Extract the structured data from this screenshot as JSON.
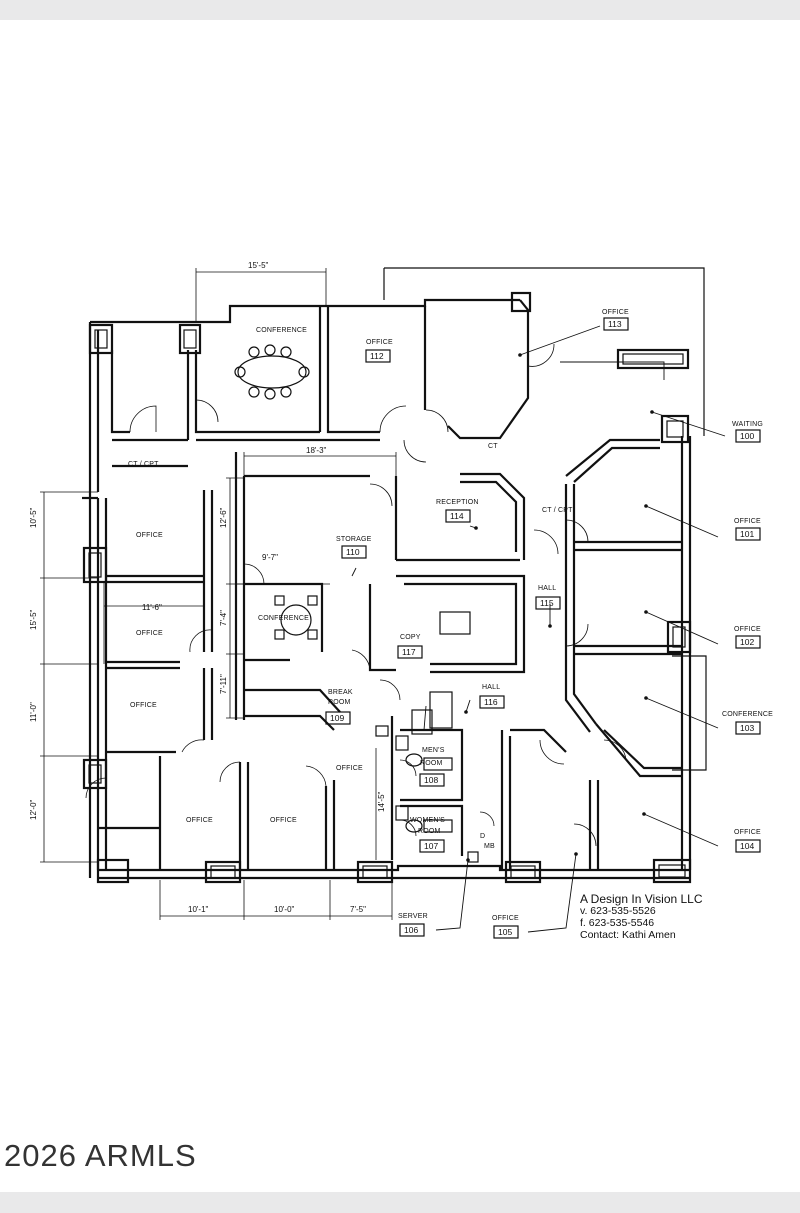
{
  "watermark": "2026 ARMLS",
  "credit": {
    "firm": "A Design In Vision LLC",
    "phone": "v. 623-535-5526",
    "fax": "f. 623-535-5546",
    "contact": "Contact: Kathi Amen"
  },
  "rooms": {
    "conference_top": "CONFERENCE",
    "office_112": "OFFICE",
    "office_113": "OFFICE",
    "waiting": "WAITING",
    "reception": "RECEPTION",
    "storage": "STORAGE",
    "conference_small": "CONFERENCE",
    "copy": "COPY",
    "hall_115": "HALL",
    "hall_116": "HALL",
    "break_room_1": "BREAK",
    "break_room_2": "ROOM",
    "office_101": "OFFICE",
    "office_102": "OFFICE",
    "conference_103": "CONFERENCE",
    "office_104": "OFFICE",
    "office_105": "OFFICE",
    "server": "SERVER",
    "mens_1": "MEN'S",
    "mens_2": "ROOM",
    "womens_1": "WOMEN'S",
    "womens_2": "ROOM",
    "office_left_1": "OFFICE",
    "office_left_2": "OFFICE",
    "office_left_3": "OFFICE",
    "office_bottom_1": "OFFICE",
    "office_bottom_2": "OFFICE",
    "office_hall": "OFFICE",
    "ct_cpt": "CT / CPT",
    "ct": "CT",
    "ct_cpt_2": "CT / CPT",
    "mb": "MB",
    "d": "D"
  },
  "room_numbers": {
    "r100": "100",
    "r101": "101",
    "r102": "102",
    "r103": "103",
    "r104": "104",
    "r105": "105",
    "r106": "106",
    "r107": "107",
    "r108": "108",
    "r109": "109",
    "r110": "110",
    "r112": "112",
    "r113": "113",
    "r114": "114",
    "r115": "115",
    "r116": "116",
    "r117": "117"
  },
  "dimensions": {
    "top": "15'-5\"",
    "storage_width": "18'-3\"",
    "conf_small_width": "9'-7\"",
    "office_2_width": "11'-6\"",
    "left_1": "10'-5\"",
    "left_2": "15'-5\"",
    "left_3": "11'-0\"",
    "left_4": "12'-0\"",
    "mid_1": "12'-6\"",
    "mid_2": "7'-4\"",
    "mid_3": "7'-11\"",
    "office_height": "14'-5\"",
    "bottom_1": "10'-1\"",
    "bottom_2": "10'-0\"",
    "bottom_3": "7'-5\""
  }
}
